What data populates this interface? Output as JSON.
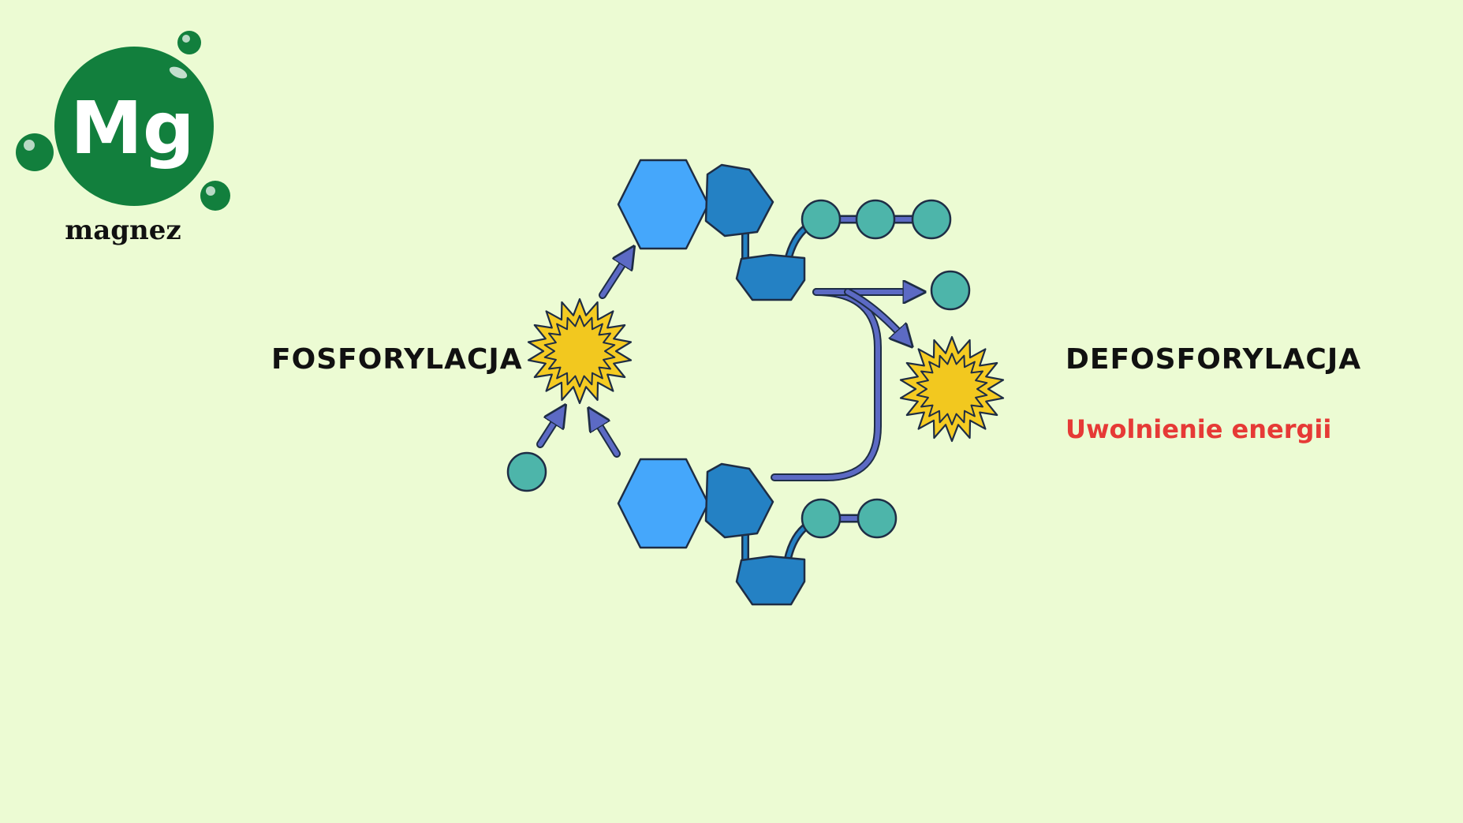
{
  "logo": {
    "symbol": "Mg",
    "caption": "magnez",
    "color": "#127f3d"
  },
  "labels": {
    "left": "FOSFORYLACJA",
    "right": "DEFOSFORYLACJA",
    "right_note": "Uwolnienie energii"
  },
  "colors": {
    "background": "#ecfbd3",
    "hexagon": "#45a7fb",
    "pentagon": "#2481c4",
    "phosphate": "#4db5aa",
    "arrow": "#5c6ac4",
    "energy_star": "#f5cb22",
    "outline": "#1e2d45",
    "note": "#e63a36"
  },
  "icons": [
    "magnesium-logo-icon",
    "atp-molecule-icon",
    "adp-molecule-icon",
    "phosphate-icon",
    "energy-burst-icon",
    "arrow-icon"
  ]
}
